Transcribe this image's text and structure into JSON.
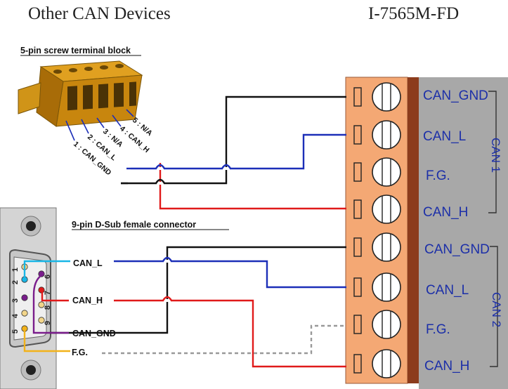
{
  "left_title": "Other CAN Devices",
  "right_title": "I-7565M-FD",
  "terminal_block": {
    "caption": "5-pin screw terminal block",
    "pins": [
      "1 : CAN_GND",
      "2 : CAN_L",
      "3 : N/A",
      "4 : CAN_H",
      "5 : N/A"
    ]
  },
  "dsub": {
    "caption": "9-pin D-Sub female connector",
    "pin_numbers": [
      "1",
      "2",
      "3",
      "4",
      "5",
      "6",
      "7",
      "8",
      "9"
    ],
    "signals": [
      "CAN_L",
      "CAN_H",
      "CAN_GND",
      "F.G."
    ]
  },
  "device": {
    "terminals": [
      "CAN_GND",
      "CAN_L",
      "F.G.",
      "CAN_H",
      "CAN_GND",
      "CAN_L",
      "F.G.",
      "CAN_H"
    ],
    "group_labels": [
      "CAN 1",
      "CAN 2"
    ]
  },
  "colors": {
    "can_l": "#1c2fb8",
    "can_h": "#e01a1a",
    "can_gnd": "#111111",
    "fg_dsub": "#f2b21a",
    "fg_line": "#999999",
    "terminal_body": "#f4a874",
    "terminal_panel": "#8c3c1c",
    "label_blue": "#1c2fa8"
  }
}
